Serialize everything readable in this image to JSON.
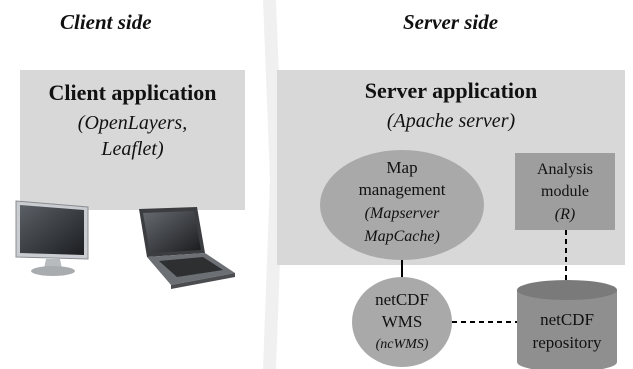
{
  "headings": {
    "client": "Client side",
    "server": "Server side"
  },
  "client_app": {
    "title": "Client application",
    "line1": "(OpenLayers,",
    "line2": "Leaflet)"
  },
  "server_app": {
    "title": "Server application",
    "subtitle": "(Apache server)"
  },
  "map_management": {
    "line1": "Map",
    "line2": "management",
    "line3": "(Mapserver",
    "line4": "MapCache)"
  },
  "analysis": {
    "line1": "Analysis",
    "line2": "module",
    "line3": "(R)"
  },
  "wms": {
    "line1": "netCDF",
    "line2": "WMS",
    "line3": "(ncWMS)"
  },
  "repository": {
    "line1": "netCDF",
    "line2": "repository"
  },
  "icons": {
    "monitor": "desktop-monitor-icon",
    "laptop": "laptop-icon"
  }
}
